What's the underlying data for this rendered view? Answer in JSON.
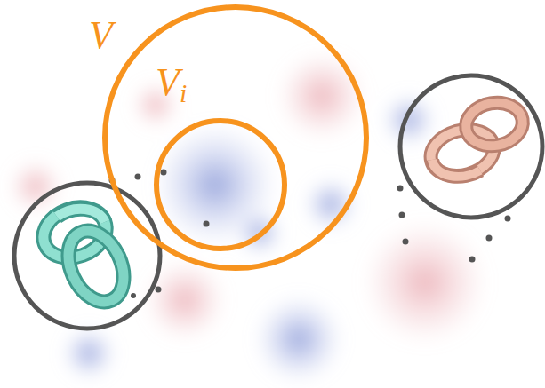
{
  "diagram": {
    "nodes": [
      {
        "text": [
          "V"
        ]
      },
      {
        "text": [
          "Vi"
        ],
        "in": 0
      }
    ]
  }
}
